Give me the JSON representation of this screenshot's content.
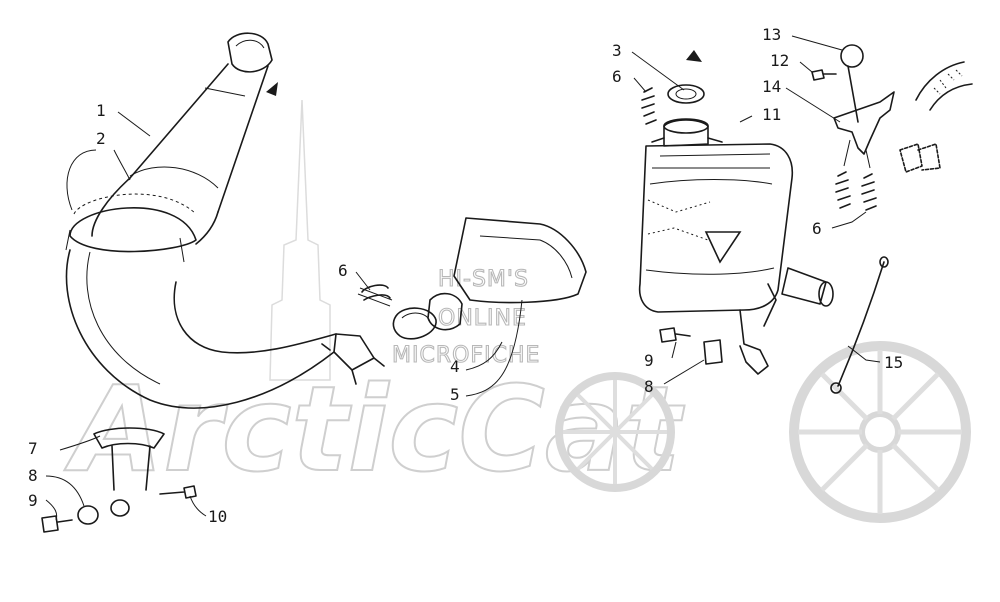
{
  "watermark": {
    "logo_text": "ArcticCat",
    "line1": "HI-SM'S",
    "line2": "ONLINE",
    "line3": "MICROFICHE"
  },
  "callouts": {
    "c1": "1",
    "c2": "2",
    "c3": "3",
    "c4": "4",
    "c5": "5",
    "c6a": "6",
    "c6b": "6",
    "c6c": "6",
    "c7": "7",
    "c8a": "8",
    "c8b": "8",
    "c9a": "9",
    "c9b": "9",
    "c10": "10",
    "c11": "11",
    "c12": "12",
    "c13": "13",
    "c14": "14",
    "c15": "15"
  },
  "icons": {
    "direction_arrow": "arrow-up-right-icon",
    "triangle_logo": "triangle-logo-icon"
  }
}
